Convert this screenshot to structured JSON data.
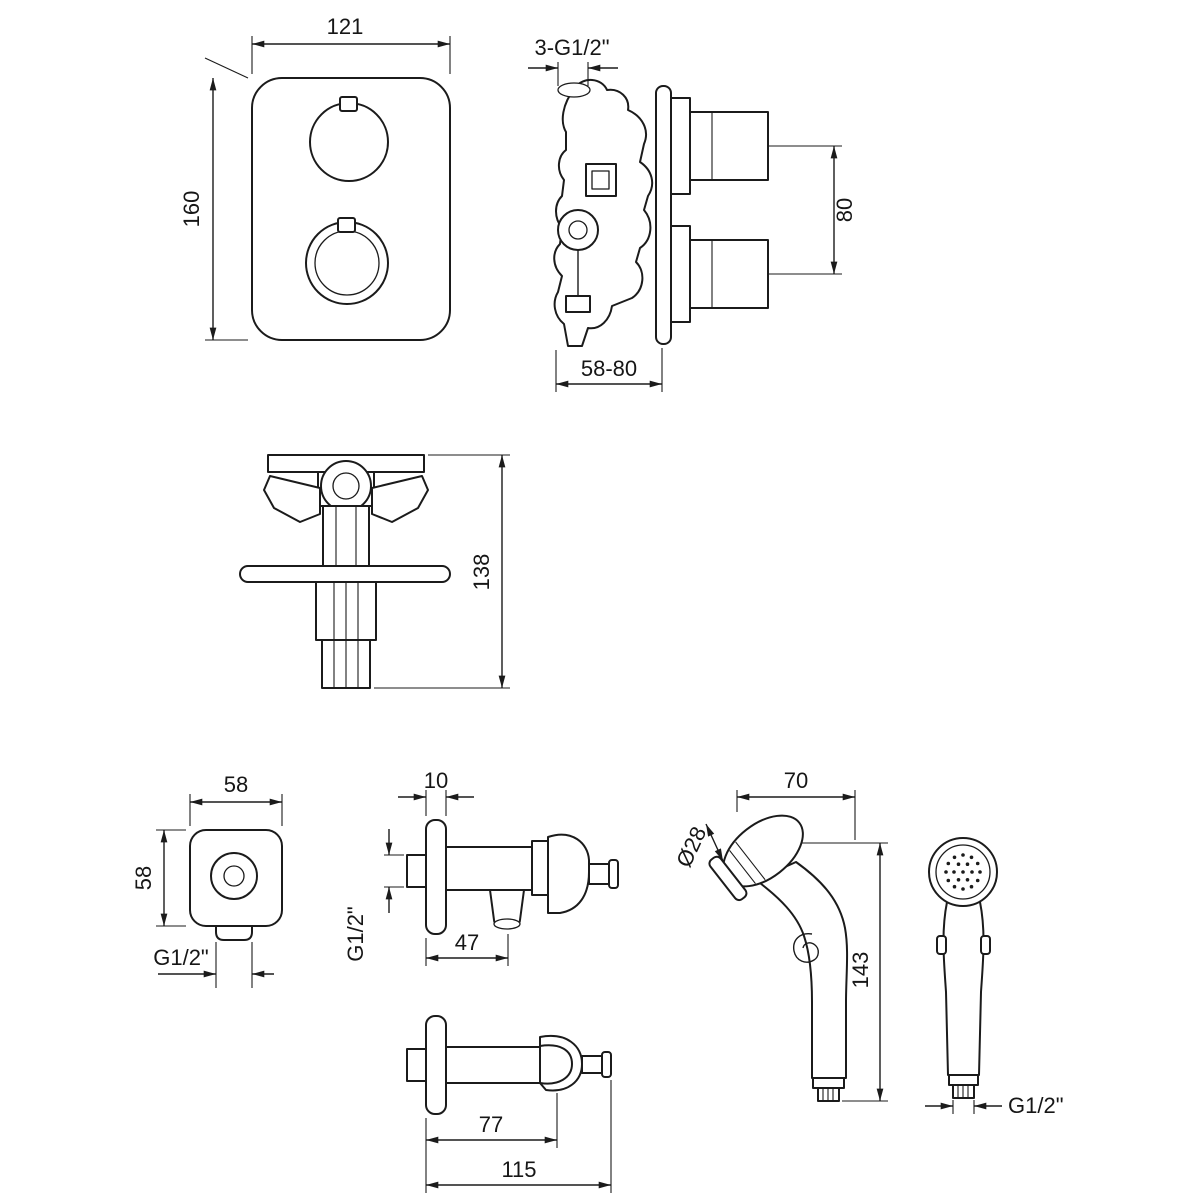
{
  "diagram": {
    "kind": "bathroom-mixer-technical-drawing",
    "background": "#ffffff",
    "line_color": "#1b1b1b"
  },
  "views": {
    "trim_plate_front": {
      "dim_width": "121",
      "dim_height": "160"
    },
    "valve_side": {
      "thread_label": "3-G1/2\"",
      "dim_port_spacing": "80",
      "dim_depth_range": "58-80"
    },
    "valve_profile": {
      "dim_height": "138"
    },
    "outlet_front": {
      "dim_width": "58",
      "dim_height": "58",
      "thread_label": "G1/2\""
    },
    "outlet_side": {
      "dim_flange_depth": "10",
      "thread_label": "G1/2\"",
      "dim_spout_length": "47"
    },
    "outlet_top": {
      "dim_hook_length": "77",
      "dim_total_length": "115"
    },
    "handshower_side": {
      "dim_head_length": "70",
      "dim_head_diameter": "Ø28",
      "dim_total_height": "143"
    },
    "handshower_front": {
      "thread_label": "G1/2\""
    }
  }
}
